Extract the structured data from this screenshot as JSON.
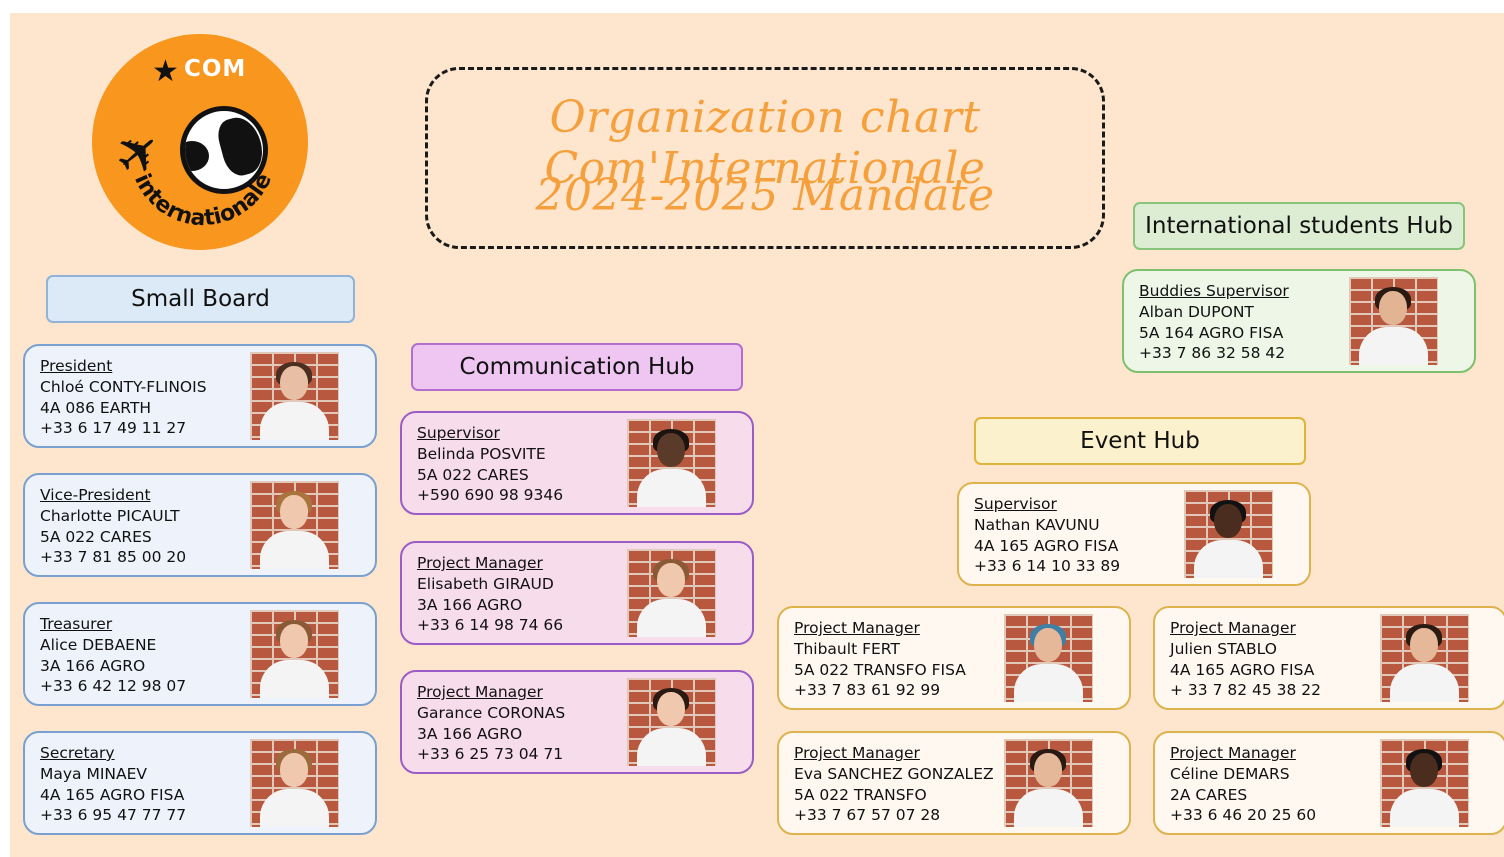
{
  "title": {
    "line1": "Organization chart Com'Internationale",
    "line2": "2024-2025 Mandate"
  },
  "logo": {
    "top_text": "COM",
    "bottom_text": "internationale"
  },
  "hubs": {
    "small_board": "Small Board",
    "communication": "Communication Hub",
    "international": "International students Hub",
    "event": "Event Hub"
  },
  "small_board": [
    {
      "role": "President",
      "name": "Chloé CONTY-FLINOIS",
      "promo": "4A 086 EARTH",
      "phone": "+33 6 17 49 11 27"
    },
    {
      "role": "Vice-President",
      "name": "Charlotte PICAULT",
      "promo": "5A 022 CARES",
      "phone": "+33 7 81 85 00 20"
    },
    {
      "role": "Treasurer",
      "name": "Alice DEBAENE",
      "promo": "3A 166 AGRO",
      "phone": "+33 6 42 12 98 07"
    },
    {
      "role": "Secretary",
      "name": "Maya MINAEV",
      "promo": "4A 165 AGRO FISA",
      "phone": "+33 6 95 47 77 77"
    }
  ],
  "communication": [
    {
      "role": "Supervisor",
      "name": "Belinda POSVITE",
      "promo": "5A 022 CARES",
      "phone": "+590 690 98 9346"
    },
    {
      "role": "Project Manager",
      "name": "Elisabeth GIRAUD",
      "promo": "3A 166 AGRO",
      "phone": "+33 6 14 98 74 66"
    },
    {
      "role": "Project Manager",
      "name": "Garance CORONAS",
      "promo": "3A 166 AGRO",
      "phone": "+33 6 25 73 04 71"
    }
  ],
  "international": [
    {
      "role": "Buddies Supervisor",
      "name": "Alban DUPONT",
      "promo": "5A 164 AGRO FISA",
      "phone": "+33 7 86 32 58 42"
    }
  ],
  "event": [
    {
      "role": "Supervisor",
      "name": "Nathan KAVUNU",
      "promo": "4A 165 AGRO FISA",
      "phone": "+33 6 14 10 33 89"
    },
    {
      "role": "Project Manager",
      "name": "Thibault FERT",
      "promo": "5A 022 TRANSFO FISA",
      "phone": "+33 7 83 61 92 99"
    },
    {
      "role": "Project Manager",
      "name": "Julien STABLO",
      "promo": "4A 165 AGRO FISA",
      "phone": "+ 33 7 82 45 38 22"
    },
    {
      "role": "Project Manager",
      "name": "Eva SANCHEZ GONZALEZ",
      "promo": "5A 022 TRANSFO",
      "phone": "+33 7 67 57 07 28"
    },
    {
      "role": "Project Manager",
      "name": "Céline DEMARS",
      "promo": "2A CARES",
      "phone": "+33 6 46 20 25 60"
    }
  ]
}
